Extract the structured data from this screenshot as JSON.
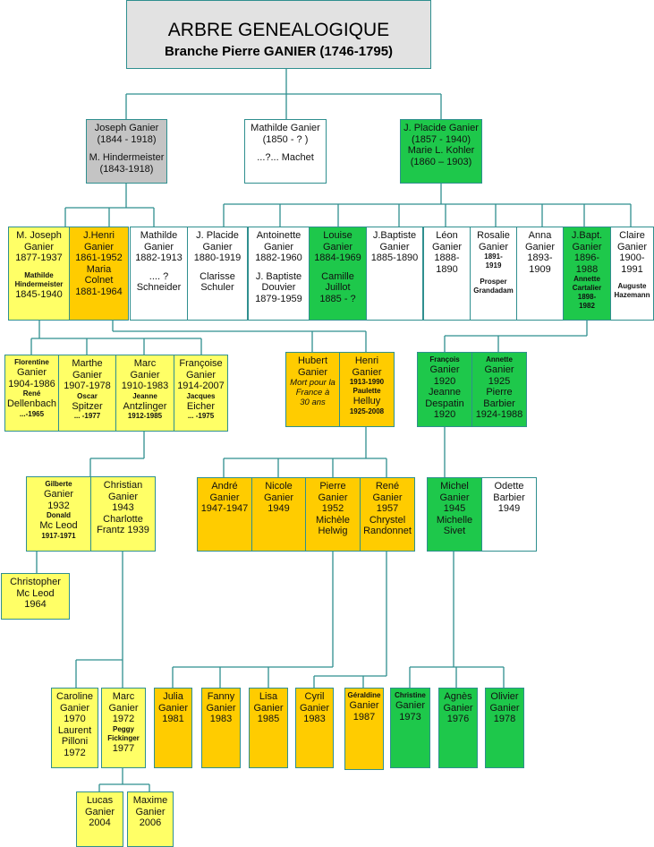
{
  "title": {
    "main": "ARBRE GENEALOGIQUE",
    "sub": "Branche Pierre GANIER (1746-1795)"
  },
  "colors": {
    "line": "#2f8f8f",
    "gray": "#c4c4c4",
    "green": "#1ec84b",
    "yellow": "#ffff66",
    "orange": "#ffcc00"
  },
  "people": {
    "joseph": [
      "Joseph Ganier",
      "(1844 - 1918)",
      "",
      "M. Hindermeister",
      "(1843-1918)"
    ],
    "mathilde1": [
      "Mathilde Ganier",
      "(1850 -  ?  )",
      "",
      "...?... Machet"
    ],
    "placide1": [
      "J. Placide Ganier",
      "(1857 - 1940)",
      "Marie L. Kohler",
      "(1860 – 1903)"
    ],
    "mjoseph": [
      "M. Joseph",
      "Ganier",
      "1877-1937",
      "",
      "Mathilde",
      "Hindermeister",
      "1845-1940"
    ],
    "jhenri": [
      "J.Henri",
      "Ganier",
      "1861-1952",
      "Maria",
      "Colnet",
      "1881-1964"
    ],
    "mathilde2": [
      "Mathilde",
      "Ganier",
      "1882-1913",
      "",
      ".... ?",
      "Schneider"
    ],
    "placide2": [
      "J. Placide",
      "Ganier",
      "1880-1919",
      "",
      "Clarisse",
      "Schuler"
    ],
    "antoinette": [
      "Antoinette",
      "Ganier",
      "1882-1960",
      "",
      "J. Baptiste",
      "Douvier",
      "1879-1959"
    ],
    "louise": [
      "Louise",
      "Ganier",
      "1884-1969",
      "",
      "Camille",
      "Juillot",
      "1885 -  ?"
    ],
    "jbaptiste": [
      "J.Baptiste",
      "Ganier",
      "1885-1890"
    ],
    "leon": [
      "Léon",
      "Ganier",
      "1888-",
      "1890"
    ],
    "rosalie": [
      "Rosalie",
      "Ganier",
      "1891-",
      "1919",
      "",
      "Prosper",
      "Grandadam"
    ],
    "anna": [
      "Anna",
      "Ganier",
      "1893-",
      "1909"
    ],
    "jbapt": [
      "J.Bapt.",
      "Ganier",
      "1896-",
      "1988",
      "Annette",
      "Cartalier",
      "1898-",
      "1982"
    ],
    "claire": [
      "Claire",
      "Ganier",
      "1900-",
      "1991",
      "",
      "Auguste",
      "Hazemann"
    ],
    "florentine": [
      "Florentine",
      "Ganier",
      "1904-1986",
      "René",
      "Dellenbach",
      "...-1965"
    ],
    "marthe": [
      "Marthe",
      "Ganier",
      "1907-1978",
      "Oscar",
      "Spitzer",
      "... -1977"
    ],
    "marc1": [
      "Marc",
      "Ganier",
      "1910-1983",
      "Jeanne",
      "Antzlinger",
      "1912-1985"
    ],
    "francoise": [
      "Françoise",
      "Ganier",
      "1914-2007",
      "Jacques",
      "Eicher",
      "... -1975"
    ],
    "hubert": [
      "Hubert",
      "Ganier",
      "Mort pour la",
      "France  à",
      "30 ans"
    ],
    "henri": [
      "Henri",
      "Ganier",
      "1913-1990",
      "Paulette",
      "Helluy",
      "1925-2008"
    ],
    "francois": [
      "François",
      "Ganier",
      "1920",
      "Jeanne",
      "Despatin",
      "1920"
    ],
    "annette": [
      "Annette",
      "Ganier",
      "1925",
      "Pierre",
      "Barbier",
      "1924-1988"
    ],
    "gilberte": [
      "Gilberte",
      "Ganier",
      "1932",
      "Donald",
      "Mc Leod",
      "1917-1971"
    ],
    "christian": [
      "Christian",
      "Ganier",
      "1943",
      "Charlotte",
      "Frantz 1939"
    ],
    "christopher": [
      "Christopher",
      "Mc Leod",
      "1964"
    ],
    "andre": [
      "André",
      "Ganier",
      "1947-1947"
    ],
    "nicole": [
      "Nicole",
      "Ganier",
      "1949"
    ],
    "pierre": [
      "Pierre",
      "Ganier",
      "1952",
      "Michèle",
      "Helwig"
    ],
    "rene": [
      "René",
      "Ganier",
      "1957",
      "Chrystel",
      "Randonnet"
    ],
    "michel": [
      "Michel",
      "Ganier",
      "1945",
      "Michelle",
      "Sivet"
    ],
    "odette": [
      "Odette",
      "Barbier",
      "1949"
    ],
    "caroline": [
      "Caroline",
      "Ganier",
      "1970",
      "Laurent",
      "Pilloni",
      "1972"
    ],
    "marc2": [
      "Marc",
      "Ganier",
      "1972",
      "Peggy",
      "Fickinger",
      "1977"
    ],
    "julia": [
      "Julia",
      "Ganier",
      "1981"
    ],
    "fanny": [
      "Fanny",
      "Ganier",
      "1983"
    ],
    "lisa": [
      "Lisa",
      "Ganier",
      "1985"
    ],
    "cyril": [
      "Cyril",
      "Ganier",
      "1983"
    ],
    "geraldine": [
      "Géraldine",
      "Ganier",
      "1987"
    ],
    "christine": [
      "Christine",
      "Ganier",
      "1973"
    ],
    "agnes": [
      "Agnès",
      "Ganier",
      "1976"
    ],
    "olivier": [
      "Olivier",
      "Ganier",
      "1978"
    ],
    "lucas": [
      "Lucas",
      "Ganier",
      "2004"
    ],
    "maxime": [
      "Maxime",
      "Ganier",
      "2006"
    ]
  }
}
